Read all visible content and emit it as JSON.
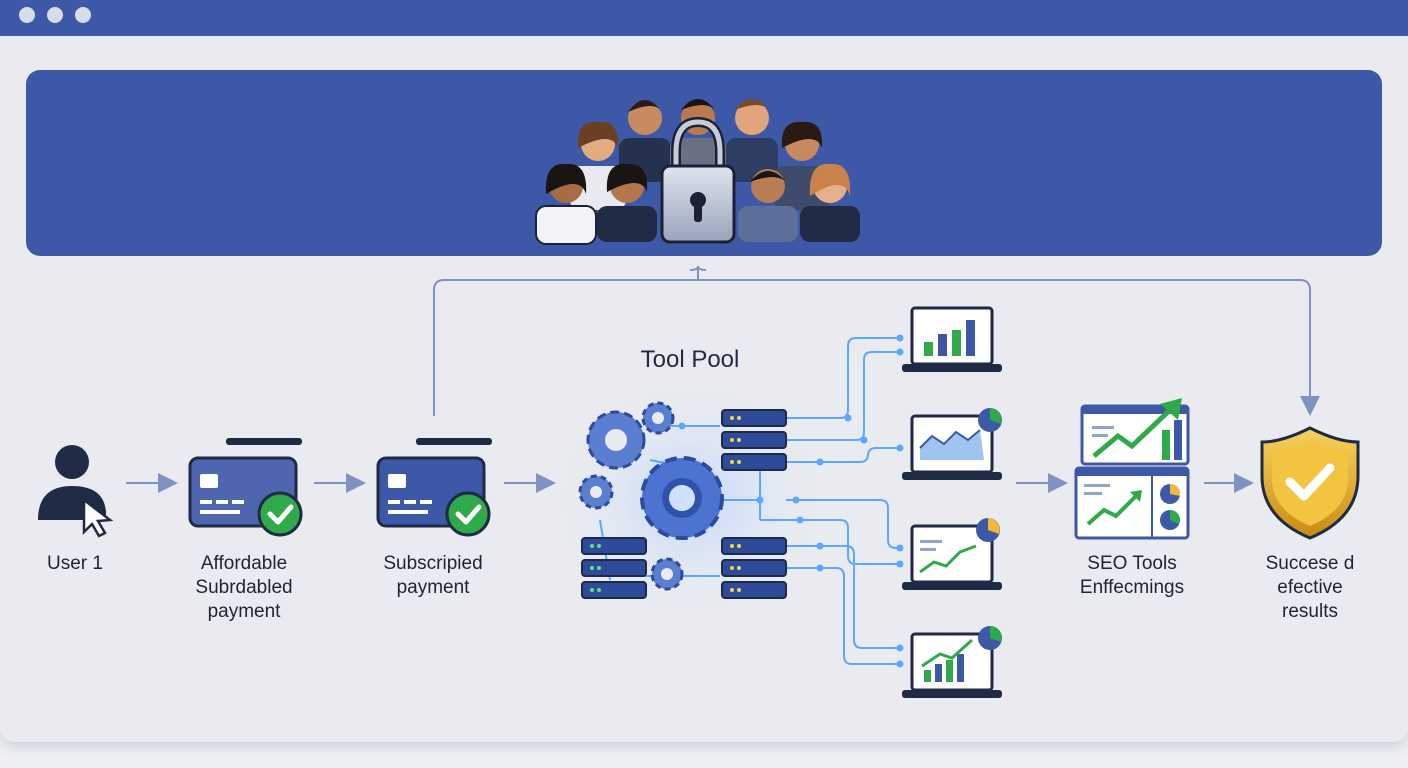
{
  "window": {
    "controls": [
      "close",
      "minimize",
      "maximize"
    ]
  },
  "banner": {
    "icons": [
      "team-icon",
      "lock-icon"
    ]
  },
  "diagram": {
    "pool_title": "Tool Pool",
    "steps": [
      {
        "id": "user",
        "lines": [
          "User 1"
        ],
        "icon": "user-cursor-icon"
      },
      {
        "id": "affordable",
        "lines": [
          "Affordable",
          "Subrdabled",
          "payment"
        ],
        "icon": "credit-card-check-icon"
      },
      {
        "id": "subscribed",
        "lines": [
          "Subscripied",
          "payment"
        ],
        "icon": "credit-card-check-icon"
      },
      {
        "id": "seo",
        "lines": [
          "SEO Tools",
          "Enffecmings"
        ],
        "icon": "analytics-dashboard-icon"
      },
      {
        "id": "success",
        "lines": [
          "Succese d",
          "efective",
          "results"
        ],
        "icon": "shield-check-icon"
      }
    ],
    "colors": {
      "primary": "#3e58a8",
      "accent_green": "#2faa4a",
      "connector": "#7f93c2",
      "node_glow": "#5aa8ff",
      "shield_gold": "#e8b530"
    }
  }
}
